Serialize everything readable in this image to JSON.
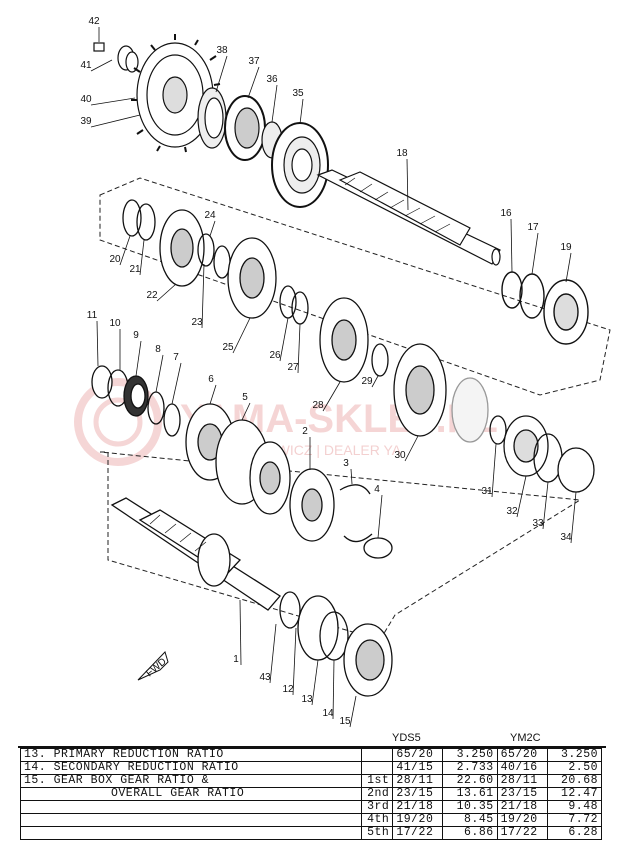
{
  "watermark": {
    "brand": "YAMA-SKLEP.PL",
    "sub": "MICHOWICZ | DEALER YA"
  },
  "parts": [
    {
      "no": "42"
    },
    {
      "no": "41"
    },
    {
      "no": "40"
    },
    {
      "no": "39"
    },
    {
      "no": "38"
    },
    {
      "no": "37"
    },
    {
      "no": "36"
    },
    {
      "no": "35"
    },
    {
      "no": "18"
    },
    {
      "no": "16"
    },
    {
      "no": "17"
    },
    {
      "no": "19"
    },
    {
      "no": "20"
    },
    {
      "no": "21"
    },
    {
      "no": "22"
    },
    {
      "no": "24"
    },
    {
      "no": "23"
    },
    {
      "no": "25"
    },
    {
      "no": "26"
    },
    {
      "no": "27"
    },
    {
      "no": "28"
    },
    {
      "no": "29"
    },
    {
      "no": "30"
    },
    {
      "no": "11"
    },
    {
      "no": "10"
    },
    {
      "no": "9"
    },
    {
      "no": "8"
    },
    {
      "no": "7"
    },
    {
      "no": "6"
    },
    {
      "no": "5"
    },
    {
      "no": "2"
    },
    {
      "no": "3"
    },
    {
      "no": "4"
    },
    {
      "no": "31"
    },
    {
      "no": "32"
    },
    {
      "no": "33"
    },
    {
      "no": "34"
    },
    {
      "no": "1"
    },
    {
      "no": "43"
    },
    {
      "no": "12"
    },
    {
      "no": "13"
    },
    {
      "no": "14"
    },
    {
      "no": "15"
    }
  ],
  "fwd_label": "FWD",
  "columns": {
    "model_a": "YDS5",
    "model_b": "YM2C"
  },
  "table": {
    "rows": [
      {
        "desc": "13. PRIMARY REDUCTION RATIO",
        "pos": "",
        "a_ratio": "65/20",
        "a_val": "3.250",
        "b_ratio": "65/20",
        "b_val": "3.250"
      },
      {
        "desc": "14. SECONDARY REDUCTION RATIO",
        "pos": "",
        "a_ratio": "41/15",
        "a_val": "2.733",
        "b_ratio": "40/16",
        "b_val": "2.50"
      },
      {
        "desc": "15. GEAR BOX GEAR RATIO &",
        "pos": "1st",
        "a_ratio": "28/11",
        "a_val": "22.60",
        "b_ratio": "28/11",
        "b_val": "20.68"
      },
      {
        "desc": "OVERALL GEAR RATIO",
        "pos": "2nd",
        "a_ratio": "23/15",
        "a_val": "13.61",
        "b_ratio": "23/15",
        "b_val": "12.47"
      },
      {
        "desc": "",
        "pos": "3rd",
        "a_ratio": "21/18",
        "a_val": "10.35",
        "b_ratio": "21/18",
        "b_val": "9.48"
      },
      {
        "desc": "",
        "pos": "4th",
        "a_ratio": "19/20",
        "a_val": "8.45",
        "b_ratio": "19/20",
        "b_val": "7.72"
      },
      {
        "desc": "",
        "pos": "5th",
        "a_ratio": "17/22",
        "a_val": "6.86",
        "b_ratio": "17/22",
        "b_val": "6.28"
      }
    ]
  }
}
